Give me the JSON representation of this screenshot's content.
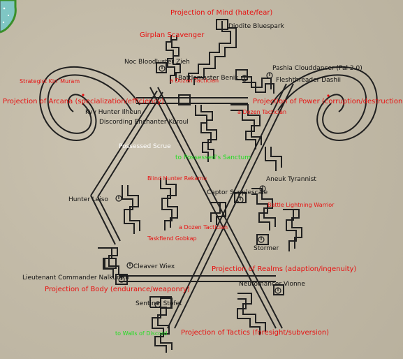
{
  "colors": {
    "background": "#c2baa7",
    "walls": "#202020",
    "npc_text": "#111111",
    "zone_red": "#e81010",
    "green": "#22dd22",
    "cyan": "#22d0e0",
    "yellow": "#e0e020",
    "white": "#ffffff",
    "minimap_water": "#7fc6c4"
  },
  "labels": {
    "projection_mind": "Projection of Mind (hate/fear)",
    "diodite": "Diodite Bluespark",
    "girplan": "Girplan Scavenger",
    "noc": "Noc Bloodluster Zieh",
    "pashia": "Pashia Clouddancer (Pal 2.0)",
    "battlemaster": "Battlemaster Benik",
    "fleshthreader": "Fleshthreader Dashii",
    "strategist": "Strategist Kin`Muram",
    "projection_arcana": "Projection of Arcana (specialization/efficiency)",
    "projection_power": "Projection of Power (corruption/destruction)",
    "kyv_hunter": "Kyv Hunter Ilheun",
    "discording": "Discording Enchanter Kuroul",
    "possessed": "Possessed Scrue",
    "to_sanctum": "to Possessed's Sanctum",
    "blind_hunter": "Blind Hunter Rekamu",
    "aneuk": "Aneuk Tyrannist",
    "captor": "Captor Supplescale",
    "hunter_leiso": "Hunter Leiso",
    "battle_warrior": "Battle Lightning Warrior",
    "dozen_tactician": "a Dozen Tactician",
    "taskfiend": "Taskfiend Gobkap",
    "stormer": "Stormer",
    "cleaver": "Cleaver Wiex",
    "projection_realms": "Projection of Realms (adaption/ingenuity)",
    "lieutenant": "Lieutenant Commander Nalkuram",
    "neuromancer": "Neuromancer Vionne",
    "projection_body": "Projection of Body (endurance/weaponry)",
    "sentinel": "Sentinel Stofet",
    "to_walls": "to Walls of Discord",
    "projection_tactics": "Projection of Tactics (foresight/subversion)",
    "small_tactician": "a Dozen Tactician",
    "small_tactician_2": "a Dozen Tactician"
  }
}
